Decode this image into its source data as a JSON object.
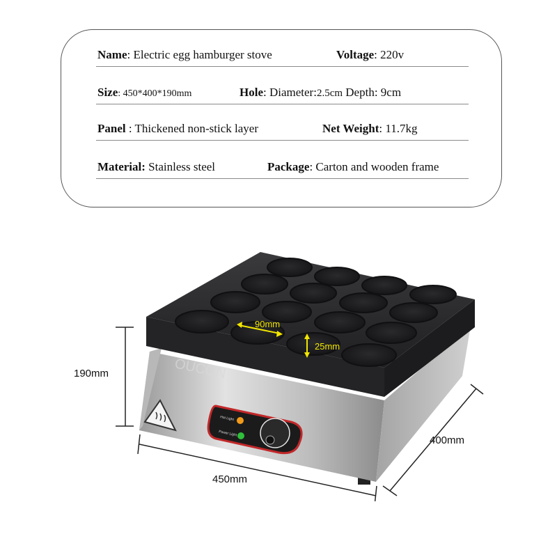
{
  "specs": {
    "row1": {
      "name_label": "Name",
      "name_value": ": Electric egg hamburger stove",
      "voltage_label": "Voltage",
      "voltage_value": ": 220v"
    },
    "row2": {
      "size_label": "Size",
      "size_value": ": 450*400*190mm",
      "hole_label": "Hole",
      "hole_diameter_text": ": Diameter:",
      "hole_diameter_value": "2.5cm",
      "hole_depth_text": " Depth: 9cm"
    },
    "row3": {
      "panel_label": "Panel",
      "panel_value": " : Thickened non-stick layer",
      "weight_label": "Net Weight",
      "weight_value": ": 11.7kg"
    },
    "row4": {
      "material_label": "Material:",
      "material_value": " Stainless steel",
      "package_label": "Package",
      "package_value": ": Carton and wooden frame"
    }
  },
  "dimensions": {
    "height": "190mm",
    "width": "450mm",
    "depth": "400mm",
    "cup_width": "90mm",
    "cup_depth": "25mm"
  },
  "product": {
    "brand_mark": "OUCON",
    "indicator_1": "Hot Light",
    "indicator_2": "Power Light"
  },
  "colors": {
    "plate": "#2b2b2d",
    "steel": "#c8c8c8",
    "dim_arrow": "#f2e600"
  }
}
